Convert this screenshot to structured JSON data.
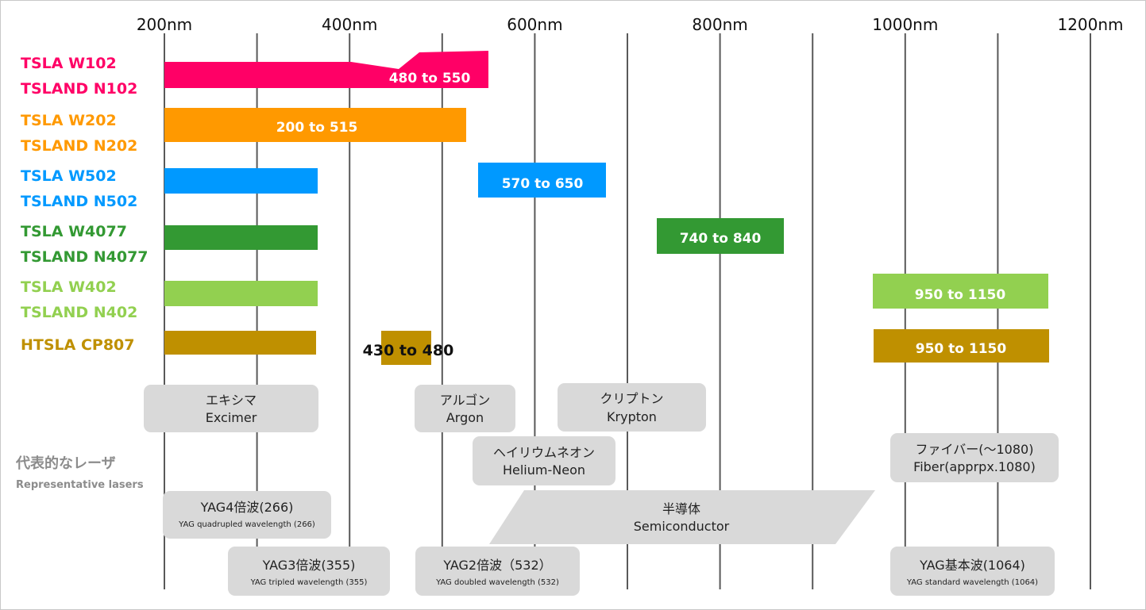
{
  "chart_data": {
    "type": "bar",
    "x_ticks": [
      "200nm",
      "400nm",
      "600nm",
      "800nm",
      "1000nm",
      "1200nm"
    ],
    "xlim": [
      200,
      1200
    ],
    "grid": true,
    "products": [
      {
        "lines": [
          "TSLA W102",
          "TSLAND N102"
        ],
        "color": "#ff0066",
        "ranges": [
          [
            200,
            550
          ]
        ],
        "labels": [
          "480 to 550"
        ]
      },
      {
        "lines": [
          "TSLA W202",
          "TSLAND N202"
        ],
        "color": "#ff9900",
        "ranges": [
          [
            200,
            515
          ]
        ],
        "labels": [
          "200 to 515"
        ]
      },
      {
        "lines": [
          "TSLA W502",
          "TSLAND N502"
        ],
        "color": "#0099ff",
        "ranges": [
          [
            200,
            365
          ],
          [
            540,
            675
          ]
        ],
        "labels": [
          "570 to 650"
        ]
      },
      {
        "lines": [
          "TSLA W4077",
          "TSLAND N4077"
        ],
        "color": "#339933",
        "ranges": [
          [
            200,
            365
          ],
          [
            730,
            865
          ]
        ],
        "labels": [
          "740 to 840"
        ]
      },
      {
        "lines": [
          "TSLA W402",
          "TSLAND N402"
        ],
        "color": "#92d050",
        "ranges": [
          [
            200,
            365
          ],
          [
            965,
            1155
          ]
        ],
        "labels": [
          "950 to 1150"
        ]
      },
      {
        "lines": [
          "HTSLA CP807"
        ],
        "color": "#bf9000",
        "ranges": [
          [
            200,
            365
          ],
          [
            430,
            480
          ],
          [
            965,
            1155
          ]
        ],
        "labels": [
          "430 to 480",
          "950 to 1150"
        ]
      }
    ],
    "lasers_title": "代表的なレーザ",
    "lasers_subtitle": "Representative lasers",
    "lasers": [
      {
        "ja": "エキシマ",
        "en": "Excimer"
      },
      {
        "ja": "アルゴン",
        "en": "Argon"
      },
      {
        "ja": "クリプトン",
        "en": "Krypton"
      },
      {
        "ja": "ヘイリウムネオン",
        "en": "Helium-Neon"
      },
      {
        "ja": "ファイバー(～1080)",
        "en": "Fiber(apprpx.1080)"
      },
      {
        "ja": "半導体",
        "en": "Semiconductor"
      },
      {
        "ja": "YAG4倍波(266)",
        "en": "YAG quadrupled wavelength (266)"
      },
      {
        "ja": "YAG3倍波(355)",
        "en": "YAG tripled wavelength (355)"
      },
      {
        "ja": "YAG2倍波（532）",
        "en": "YAG doubled wavelength (532)"
      },
      {
        "ja": "YAG基本波(1064)",
        "en": "YAG standard wavelength (1064)"
      }
    ],
    "colors": {
      "grid": "#595959",
      "laser_box": "#d9d9d9",
      "secondary_text": "#8c8c8c"
    }
  }
}
